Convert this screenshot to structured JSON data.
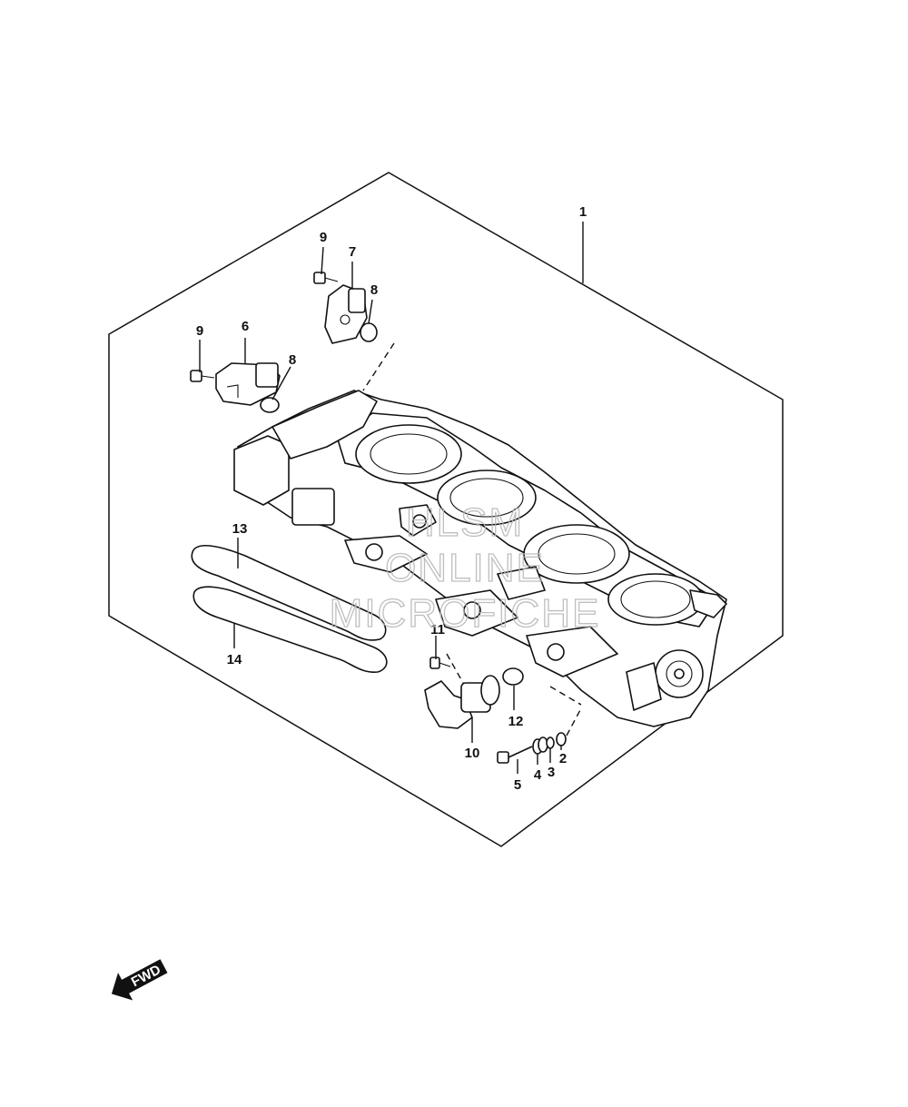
{
  "diagram": {
    "callouts": [
      {
        "label": "1"
      },
      {
        "label": "2"
      },
      {
        "label": "3"
      },
      {
        "label": "4"
      },
      {
        "label": "5"
      },
      {
        "label": "6"
      },
      {
        "label": "7"
      },
      {
        "label": "8"
      },
      {
        "label": "8"
      },
      {
        "label": "9"
      },
      {
        "label": "9"
      },
      {
        "label": "10"
      },
      {
        "label": "11"
      },
      {
        "label": "12"
      },
      {
        "label": "13"
      },
      {
        "label": "14"
      }
    ],
    "watermark": [
      "HLSM",
      "ONLINE",
      "MICROFICHE"
    ],
    "direction_label": "FWD"
  }
}
